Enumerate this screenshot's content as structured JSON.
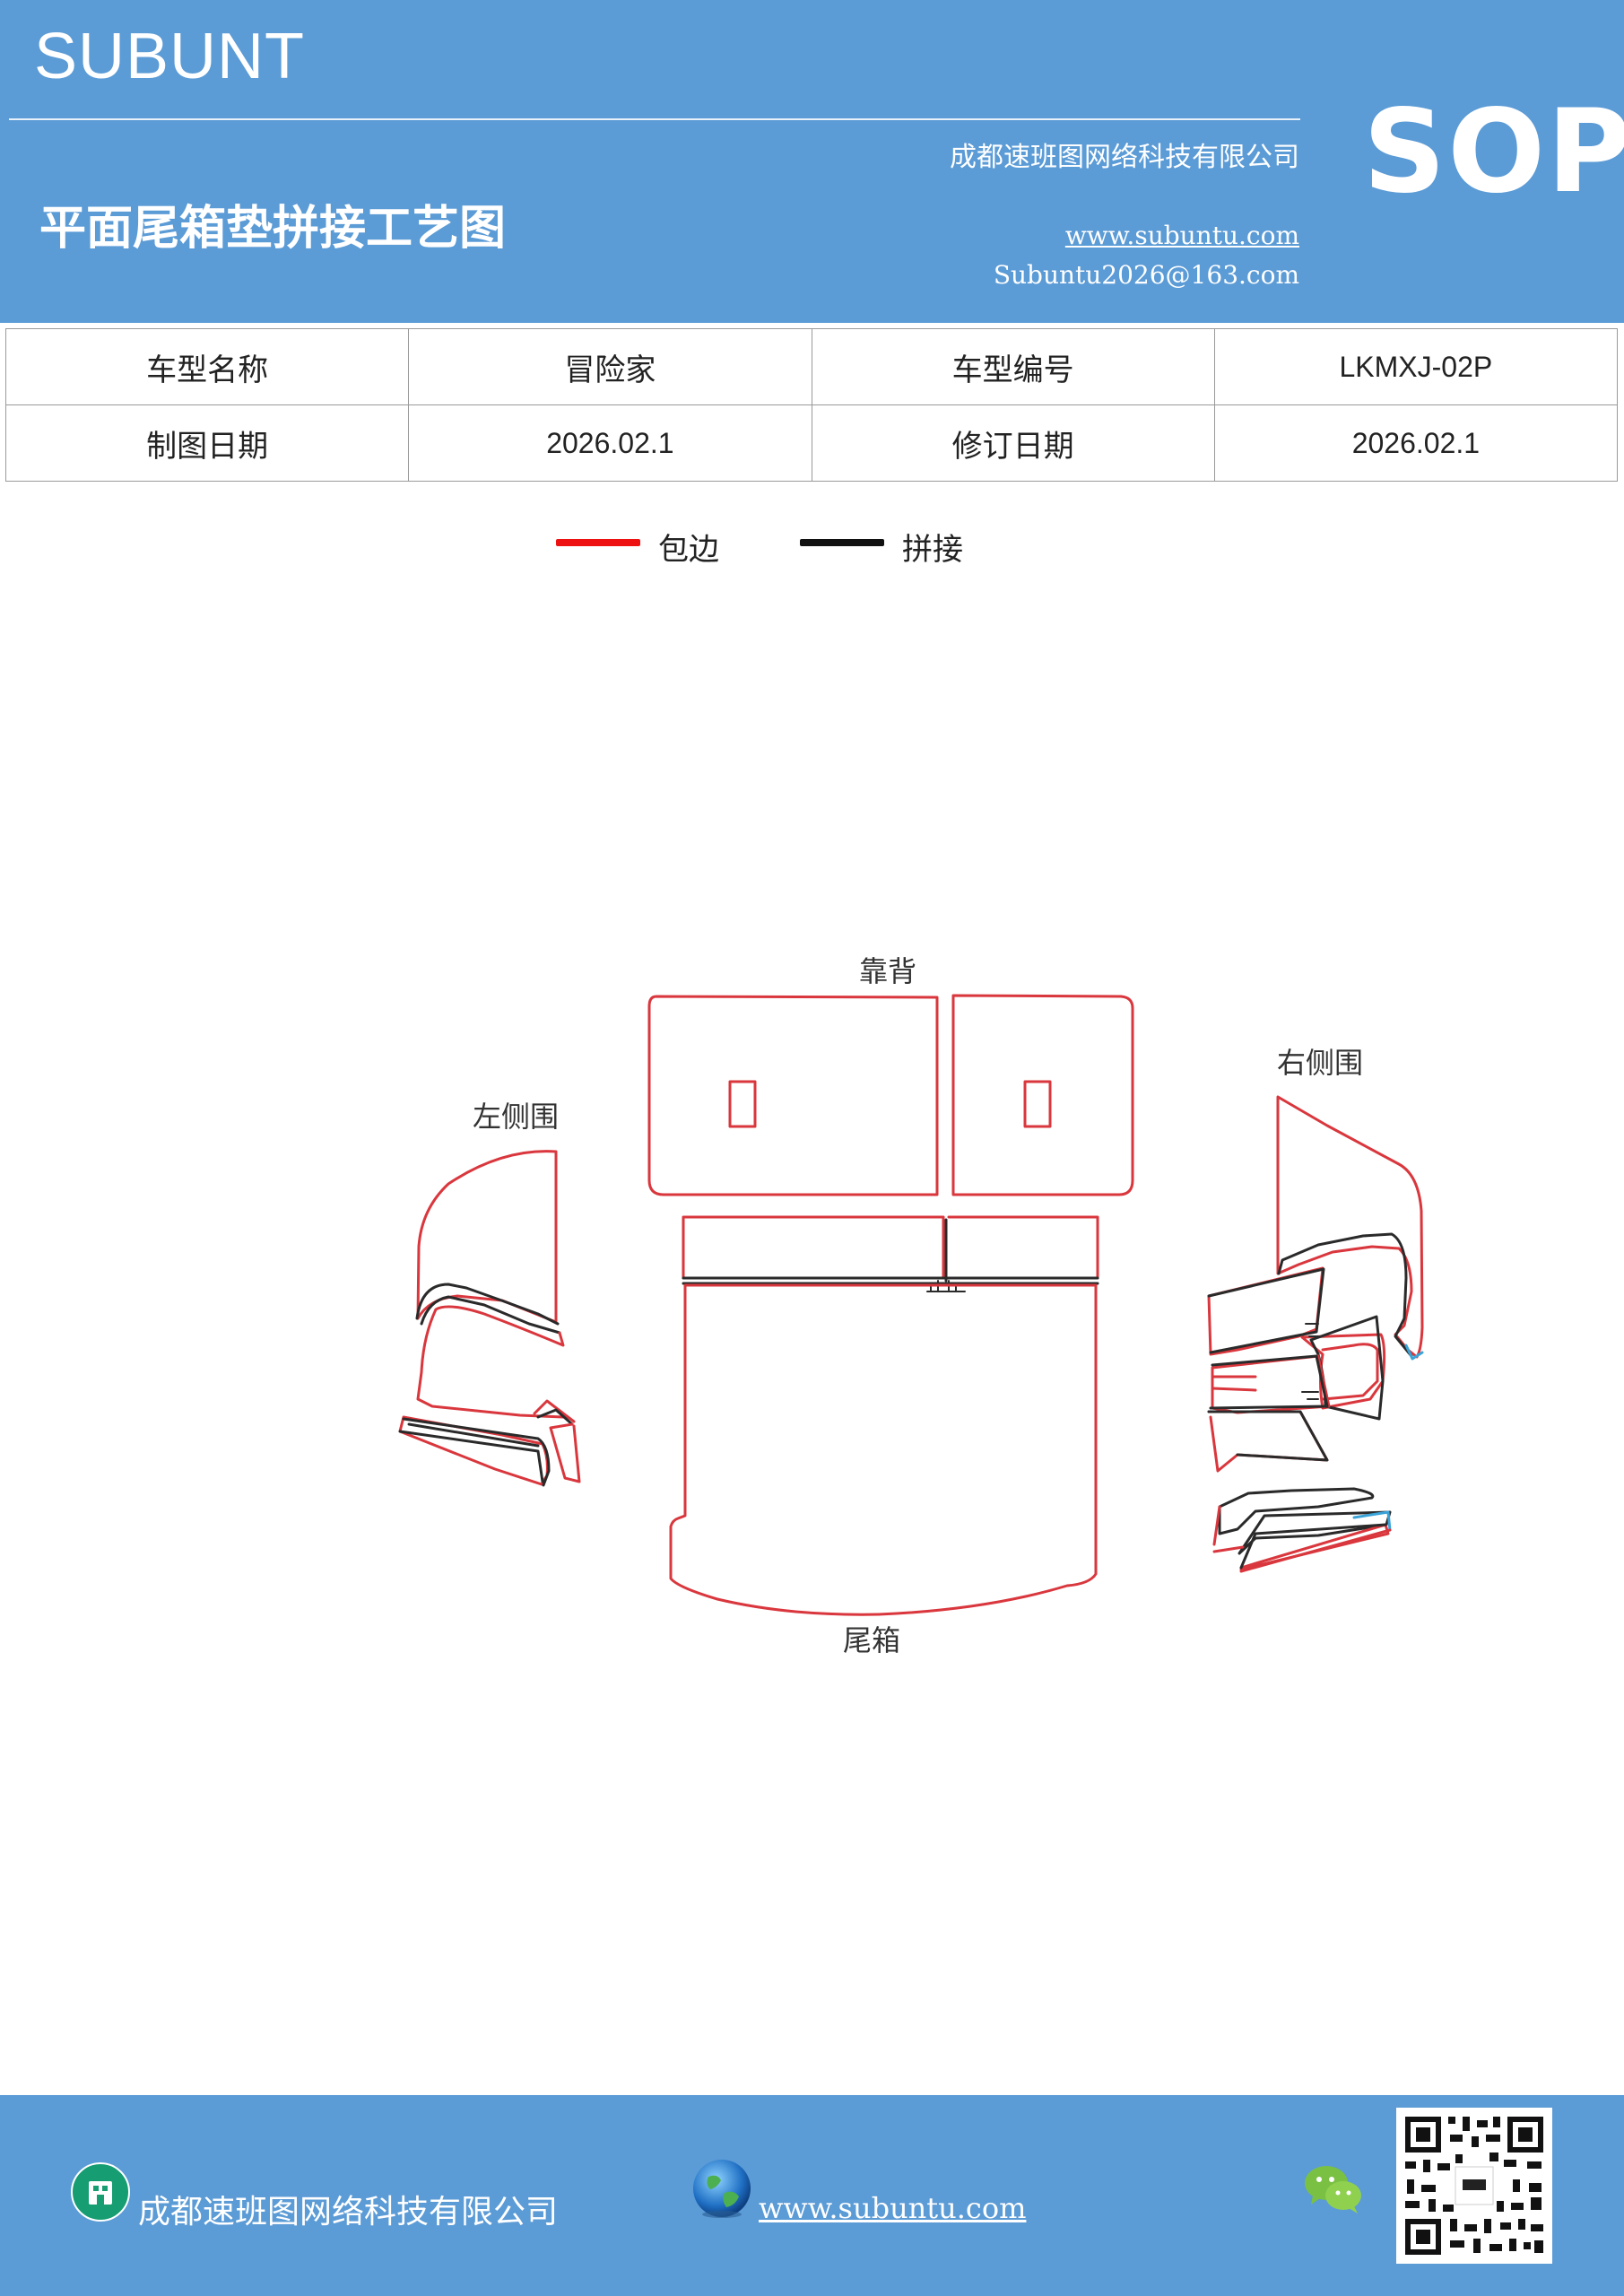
{
  "header": {
    "brand": "SUBUNT",
    "company": "成都速班图网络科技有限公司",
    "title": "平面尾箱垫拼接工艺图",
    "website": "www.subuntu.com",
    "email": "Subuntu2026@163.com",
    "badge": "SOP",
    "background_color": "#5b9bd6"
  },
  "info_table": {
    "rows": [
      [
        "车型名称",
        "冒险家",
        "车型编号",
        "LKMXJ-02P"
      ],
      [
        "制图日期",
        "2026.02.1",
        "修订日期",
        "2026.02.1"
      ]
    ]
  },
  "legend": {
    "items": [
      {
        "label": "包边",
        "color": "#ee1111"
      },
      {
        "label": "拼接",
        "color": "#111111"
      }
    ]
  },
  "diagram": {
    "labels": {
      "backrest": "靠背",
      "left_side": "左侧围",
      "right_side": "右侧围",
      "trunk": "尾箱"
    },
    "edge_colors": {
      "binding": "#d9373d",
      "seam": "#2a2a2a",
      "accent": "#3aa3d8"
    }
  },
  "footer": {
    "company": "成都速班图网络科技有限公司",
    "website": "www.subuntu.com",
    "icons": [
      "building-icon",
      "globe-icon",
      "wechat-icon",
      "qr-code"
    ]
  }
}
